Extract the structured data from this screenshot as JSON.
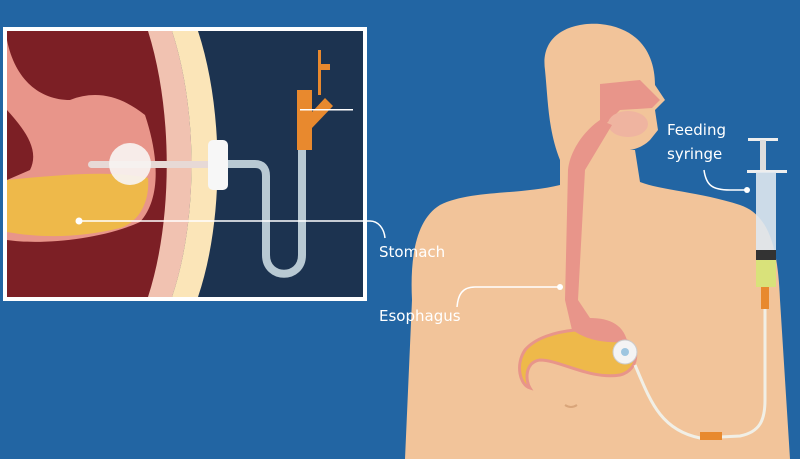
{
  "labels": {
    "stomach": "Stomach",
    "esophagus": "Esophagus",
    "syringe_line1": "Feeding",
    "syringe_line2": "syringe"
  },
  "colors": {
    "background": "#2265a3",
    "skin": "#f2c49a",
    "esophagus": "#e8958a",
    "stomach_contents": "#eeb94a",
    "inset_inner": "#7c1f25",
    "inset_outer": "#1c3350",
    "tube_connector": "#e8892e"
  }
}
